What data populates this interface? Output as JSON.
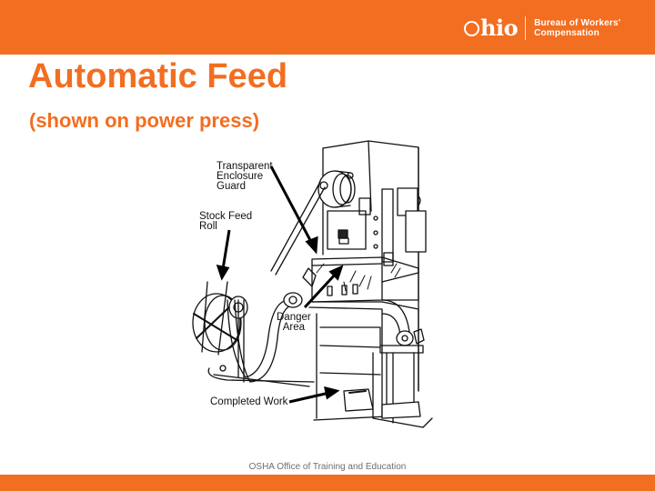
{
  "header": {
    "logo_primary": "hio",
    "logo_org_line1": "Bureau of Workers'",
    "logo_org_line2": "Compensation",
    "band_color": "#f26e21"
  },
  "slide": {
    "title": "Automatic Feed",
    "subtitle": "(shown on power press)",
    "title_color": "#f26e21"
  },
  "figure": {
    "description": "Line drawing of a power press with automatic stock feed",
    "labels": {
      "guard": [
        "Transparent",
        "Enclosure",
        "Guard"
      ],
      "feed_roll": [
        "Stock Feed",
        "Roll"
      ],
      "danger": [
        "Danger",
        "Area"
      ],
      "completed": "Completed Work"
    }
  },
  "footer": {
    "credit": "OSHA Office of Training and Education"
  }
}
